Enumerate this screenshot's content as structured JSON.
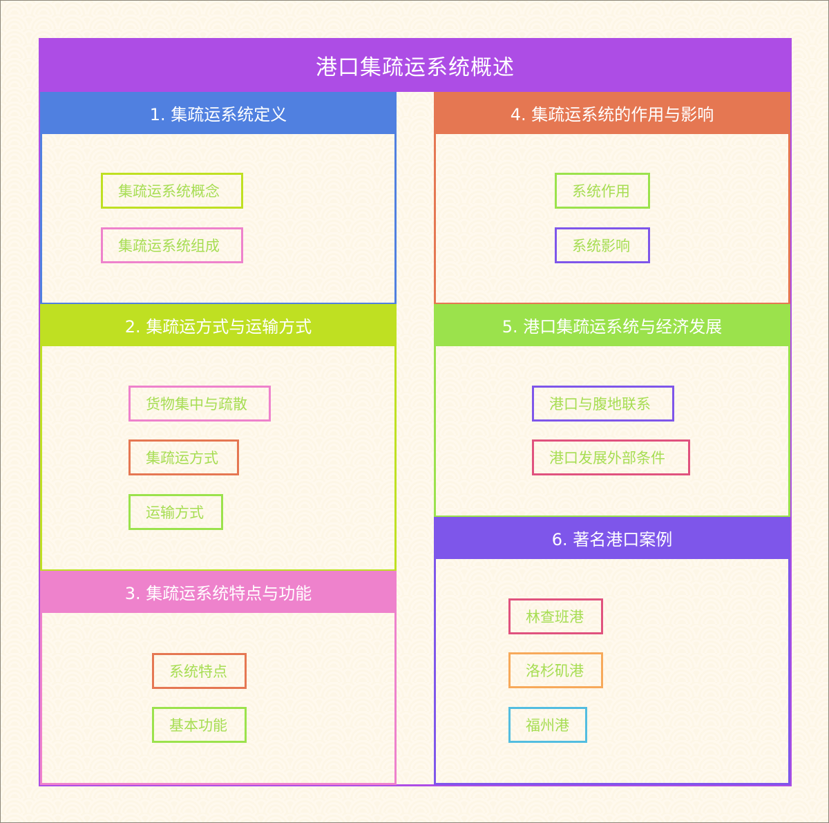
{
  "title": "港口集疏运系统概述",
  "colors": {
    "title_bg": "#ad4de5",
    "node_text": "#a6dd52",
    "background": "#fdf6e6"
  },
  "sections": [
    {
      "id": 1,
      "label": "1. 集疏运系统定义",
      "color": "#5080e0",
      "nodes": [
        {
          "label": "集疏运系统概念",
          "border": "#bfe022"
        },
        {
          "label": "集疏运系统组成",
          "border": "#ee82cc"
        }
      ]
    },
    {
      "id": 2,
      "label": "2. 集疏运方式与运输方式",
      "color": "#bfe022",
      "nodes": [
        {
          "label": "货物集中与疏散",
          "border": "#ee82cc"
        },
        {
          "label": "集疏运方式",
          "border": "#e57752"
        },
        {
          "label": "运输方式",
          "border": "#9be24c"
        }
      ]
    },
    {
      "id": 3,
      "label": "3. 集疏运系统特点与功能",
      "color": "#ee82cc",
      "nodes": [
        {
          "label": "系统特点",
          "border": "#e57752"
        },
        {
          "label": "基本功能",
          "border": "#9be24c"
        }
      ]
    },
    {
      "id": 4,
      "label": "4. 集疏运系统的作用与影响",
      "color": "#e57752",
      "nodes": [
        {
          "label": "系统作用",
          "border": "#9be24c"
        },
        {
          "label": "系统影响",
          "border": "#7e56ea"
        }
      ]
    },
    {
      "id": 5,
      "label": "5. 港口集疏运系统与经济发展",
      "color": "#9be24c",
      "nodes": [
        {
          "label": "港口与腹地联系",
          "border": "#7e56ea"
        },
        {
          "label": "港口发展外部条件",
          "border": "#e0527e"
        }
      ]
    },
    {
      "id": 6,
      "label": "6. 著名港口案例",
      "color": "#7e56ea",
      "nodes": [
        {
          "label": "林查班港",
          "border": "#e0527e"
        },
        {
          "label": "洛杉矶港",
          "border": "#f7a95a"
        },
        {
          "label": "福州港",
          "border": "#52bde0"
        }
      ]
    }
  ]
}
